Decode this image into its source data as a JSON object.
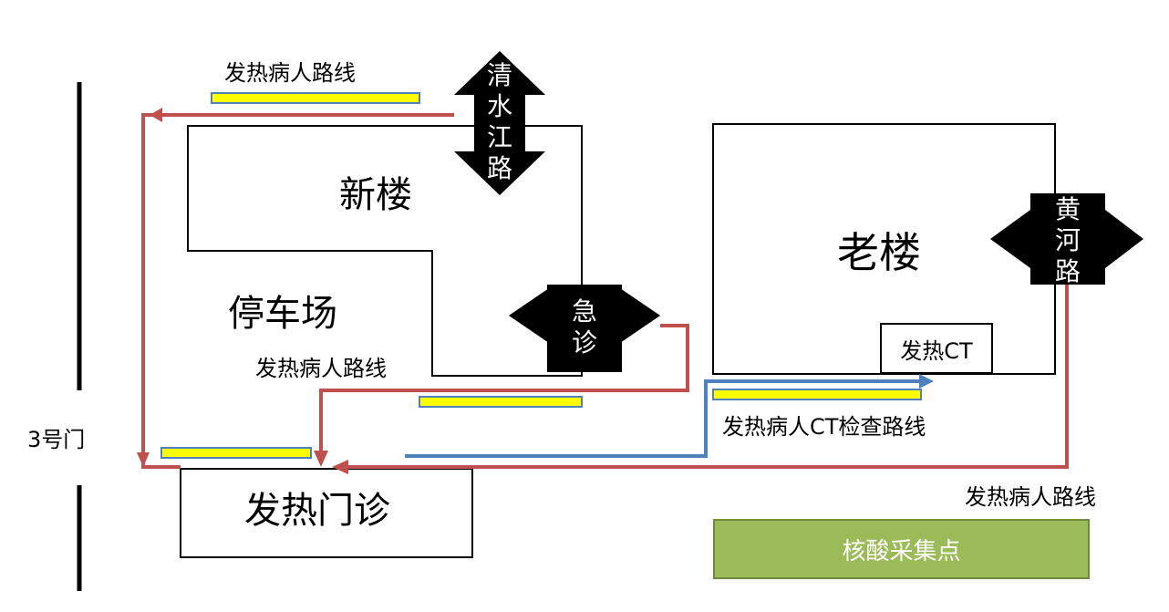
{
  "labels": {
    "new_building": "新楼",
    "old_building": "老楼",
    "parking": "停车场",
    "fever_clinic": "发热门诊",
    "gate3": "3号门",
    "fever_ct": "发热CT",
    "nucleic_site": "核酸采集点",
    "route_top": "发热病人路线",
    "route_mid": "发热病人路线",
    "route_ct": "发热病人CT检查路线",
    "route_right": "发热病人路线"
  },
  "roads": {
    "qingshui": [
      "清",
      "水",
      "江",
      "路"
    ],
    "huanghe": [
      "黄",
      "河",
      "路"
    ],
    "emergency": [
      "急",
      "诊"
    ]
  },
  "colors": {
    "red_route": "#c0504d",
    "blue_route": "#4f81bd",
    "yellow_bar": "#ffff00",
    "bar_border": "#4f81bd",
    "green_box": "#9bbb59"
  }
}
